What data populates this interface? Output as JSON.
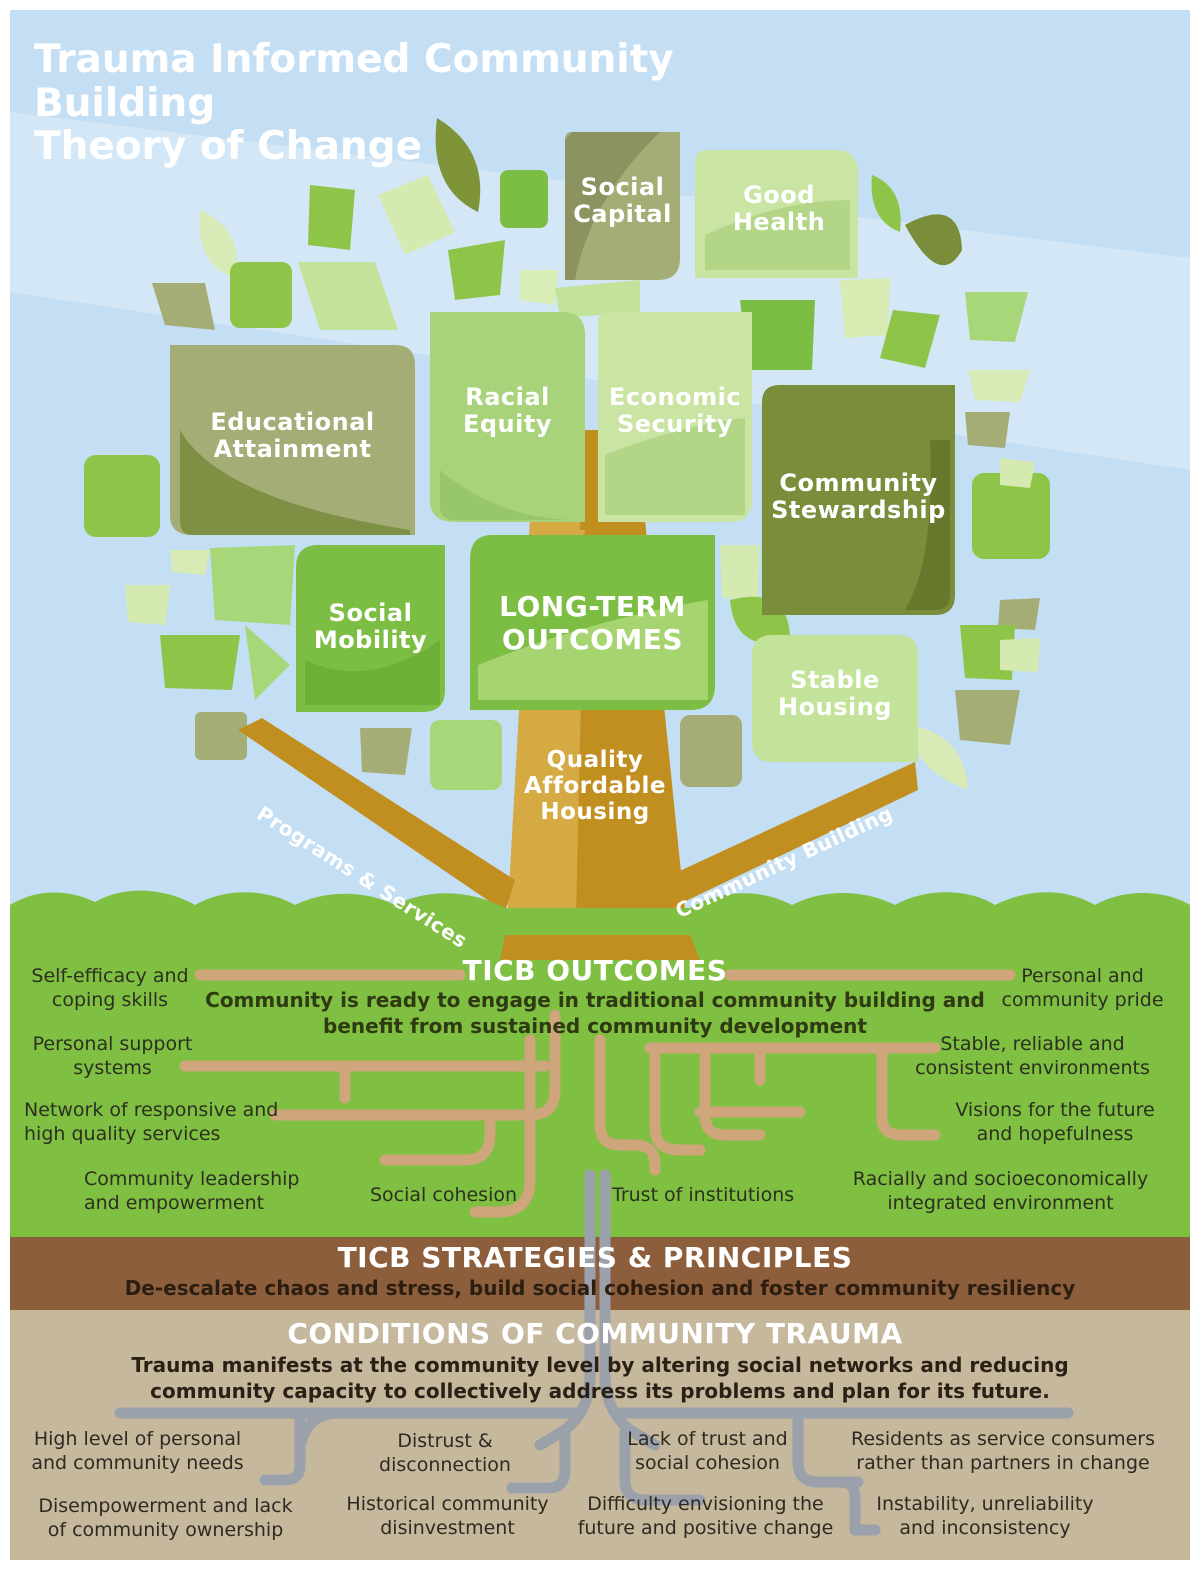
{
  "title_line1": "Trauma Informed Community Building",
  "title_line2": "Theory of Change",
  "tree": {
    "social_capital": [
      "Social",
      "Capital"
    ],
    "good_health": [
      "Good",
      "Health"
    ],
    "educational_attainment": [
      "Educational",
      "Attainment"
    ],
    "racial_equity": [
      "Racial",
      "Equity"
    ],
    "economic_security": [
      "Economic",
      "Security"
    ],
    "community_stewardship": [
      "Community",
      "Stewardship"
    ],
    "social_mobility": [
      "Social",
      "Mobility"
    ],
    "long_term_outcomes": [
      "LONG-TERM",
      "OUTCOMES"
    ],
    "stable_housing": [
      "Stable",
      "Housing"
    ],
    "quality_housing": [
      "Quality",
      "Affordable",
      "Housing"
    ],
    "branch_left": "Programs & Services",
    "branch_right": "Community Building"
  },
  "outcomes": {
    "header": "TICB OUTCOMES",
    "subtitle_line1": "Community is ready to engage in traditional community building and",
    "subtitle_line2": "benefit from sustained community development",
    "self_efficacy": [
      "Self-efficacy and",
      "coping skills"
    ],
    "personal_support": [
      "Personal support",
      "systems"
    ],
    "network_services": [
      "Network of responsive and",
      "high quality services"
    ],
    "community_leadership": [
      "Community leadership",
      "and empowerment"
    ],
    "social_cohesion": "Social cohesion",
    "trust_institutions": "Trust of institutions",
    "personal_pride": [
      "Personal and",
      "community pride"
    ],
    "stable_environments": [
      "Stable, reliable and",
      "consistent environments"
    ],
    "visions_future": [
      "Visions for the future",
      "and hopefulness"
    ],
    "integrated_environment": [
      "Racially and socioeconomically",
      "integrated environment"
    ]
  },
  "strategies": {
    "header": "TICB STRATEGIES & PRINCIPLES",
    "subtitle": "De-escalate chaos and stress, build social cohesion and foster community resiliency"
  },
  "conditions": {
    "header": "CONDITIONS OF COMMUNITY TRAUMA",
    "subtitle_line1": "Trauma manifests at the community level by altering social networks and reducing",
    "subtitle_line2": "community capacity to collectively address its problems and plan for its future.",
    "needs": [
      "High level of personal",
      "and community needs"
    ],
    "distrust": [
      "Distrust &",
      "disconnection"
    ],
    "lack_trust": [
      "Lack of trust and",
      "social cohesion"
    ],
    "consumers": [
      "Residents as service consumers",
      "rather than partners in change"
    ],
    "disempowerment": [
      "Disempowerment and lack",
      "of community ownership"
    ],
    "disinvestment": [
      "Historical community",
      "disinvestment"
    ],
    "envisioning": [
      "Difficulty envisioning the",
      "future and positive change"
    ],
    "instability": [
      "Instability, unreliability",
      "and inconsistency"
    ]
  },
  "colors": {
    "sky": "#c3ddf2",
    "grass": "#7fbf41",
    "soil": "#8c5e3c",
    "bedrock": "#c6b89c",
    "trunk": "#c18f1f",
    "root_tan": "#cfa57b",
    "root_gray": "#9ba1ab"
  }
}
